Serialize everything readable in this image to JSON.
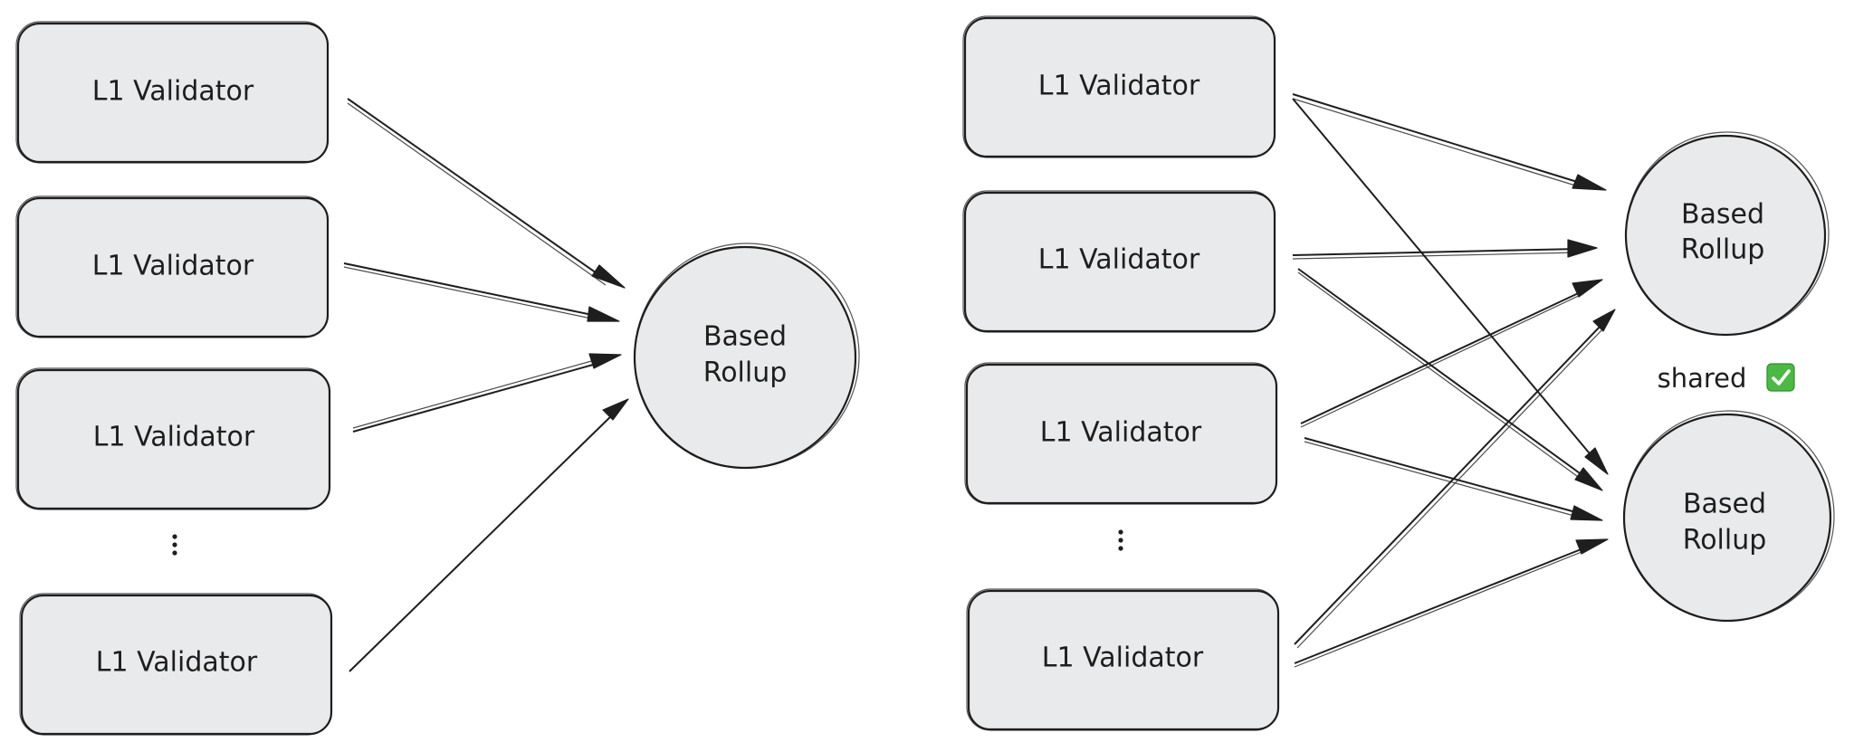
{
  "left_diagram": {
    "validators": [
      {
        "label": "L1 Validator"
      },
      {
        "label": "L1 Validator"
      },
      {
        "label": "L1 Validator"
      },
      {
        "label": "L1 Validator"
      }
    ],
    "ellipsis": "⋮",
    "rollup": {
      "line1": "Based",
      "line2": "Rollup"
    }
  },
  "right_diagram": {
    "validators": [
      {
        "label": "L1 Validator"
      },
      {
        "label": "L1 Validator"
      },
      {
        "label": "L1 Validator"
      },
      {
        "label": "L1 Validator"
      }
    ],
    "ellipsis": "⋮",
    "rollups": [
      {
        "line1": "Based",
        "line2": "Rollup"
      },
      {
        "line1": "Based",
        "line2": "Rollup"
      }
    ],
    "shared_label": "shared",
    "shared_icon": "check-mark-icon"
  },
  "colors": {
    "node_fill": "#e9eaec",
    "stroke": "#1e1e1e",
    "check_green": "#4cb944"
  }
}
